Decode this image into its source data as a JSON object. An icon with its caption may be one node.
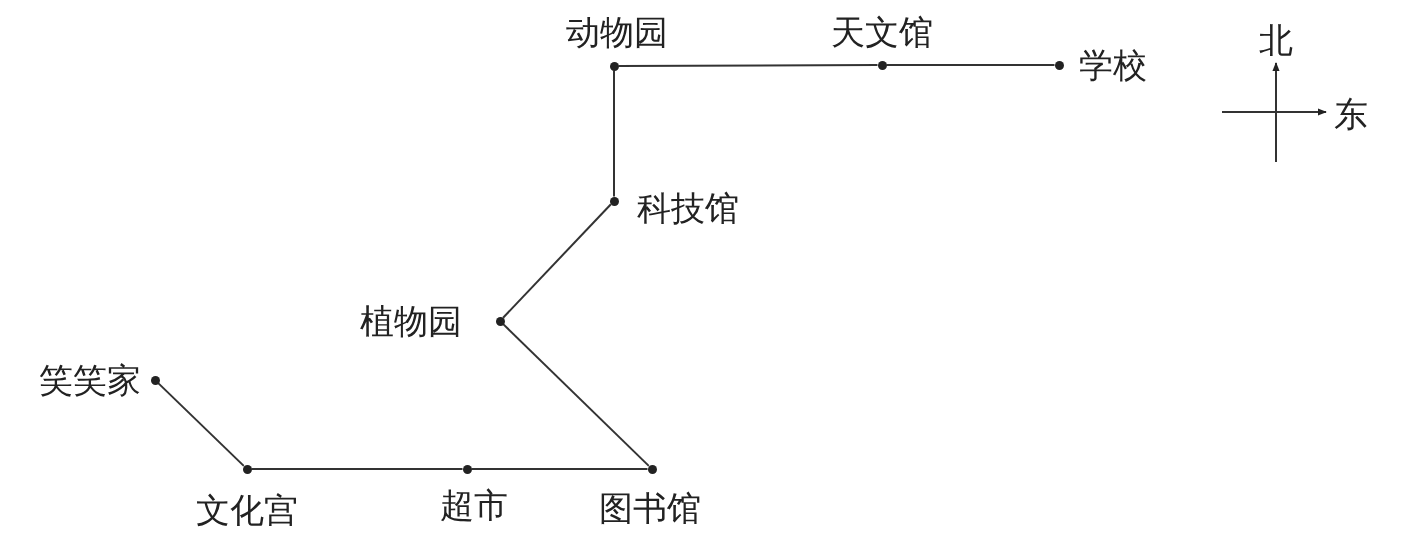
{
  "diagram": {
    "nodes": [
      {
        "text": [],
        "shape": "circle",
        "beside": [
          "笑笑家"
        ]
      },
      {
        "text": [],
        "shape": "circle",
        "beside": [
          "文化宫"
        ]
      },
      {
        "text": [],
        "shape": "circle",
        "beside": [
          "超市"
        ]
      },
      {
        "text": [],
        "shape": "circle",
        "beside": [
          "图书馆"
        ]
      },
      {
        "text": [],
        "shape": "circle",
        "beside": [
          "植物园"
        ]
      },
      {
        "text": [],
        "shape": "circle",
        "beside": [
          "科技馆"
        ]
      },
      {
        "text": [],
        "shape": "circle",
        "beside": [
          "动物园"
        ]
      },
      {
        "text": [],
        "shape": "circle",
        "beside": [
          "天文馆"
        ]
      },
      {
        "text": [],
        "shape": "circle",
        "beside": [
          "学校"
        ]
      }
    ],
    "edges": [
      {
        "from": 0,
        "to": 1,
        "arrow": "none"
      },
      {
        "from": 1,
        "to": 2,
        "arrow": "none"
      },
      {
        "from": 2,
        "to": 3,
        "arrow": "none"
      },
      {
        "from": 3,
        "to": 4,
        "arrow": "none"
      },
      {
        "from": 4,
        "to": 5,
        "arrow": "none"
      },
      {
        "from": 5,
        "to": 6,
        "arrow": "none"
      },
      {
        "from": 6,
        "to": 7,
        "arrow": "none"
      },
      {
        "from": 7,
        "to": 8,
        "arrow": "none"
      }
    ],
    "labels": [
      "北",
      "东"
    ]
  }
}
